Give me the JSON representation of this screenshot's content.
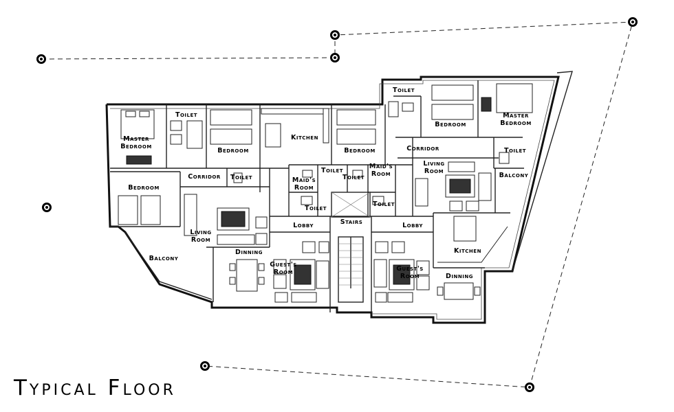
{
  "title": "Typical Floor",
  "rooms": {
    "master_bedroom_left": "Master Bedroom",
    "toilet_left_top": "Toilet",
    "bedroom_left_top": "Bedroom",
    "kitchen_left": "Kitchen",
    "bedroom_mid_top": "Bedroom",
    "toilet_right_top": "Toilet",
    "bedroom_right_top": "Bedroom",
    "master_bedroom_right": "Master Bedroom",
    "corridor_right": "Corridor",
    "toilet_right": "Toilet",
    "corridor_left": "Corridor",
    "toilet_left_mid": "Toilet",
    "maids_room_left": "Maid's Room",
    "toilet_mid_left": "Toilet",
    "toilet_mid_right": "Toilet",
    "maids_room_right": "Maid's Room",
    "living_room_right": "Living Room",
    "balcony_right": "Balcony",
    "bedroom_left_bottom": "Bedroom",
    "toilet_lobby_left": "Toilet",
    "toilet_lobby_right": "Toilet",
    "lobby_left": "Lobby",
    "stairs": "Stairs",
    "lobby_right": "Lobby",
    "living_room_left": "Living Room",
    "dinning_left": "Dinning",
    "guests_room_left": "Guest's Room",
    "guests_room_right": "Guest's Room",
    "kitchen_right": "Kitchen",
    "dinning_right": "Dinning",
    "balcony_left": "Balcony"
  }
}
